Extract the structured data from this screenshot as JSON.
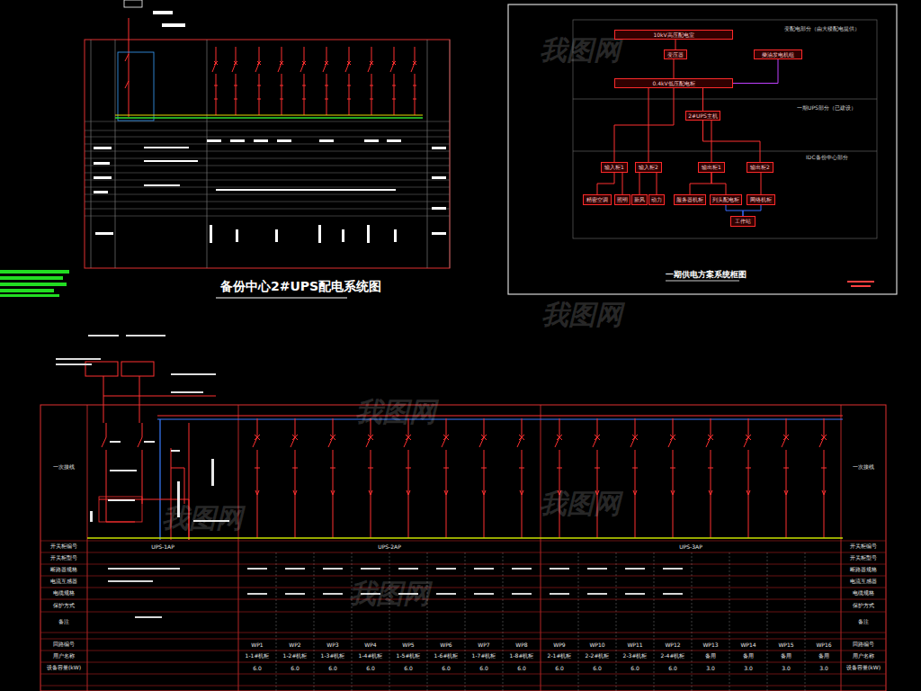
{
  "diagram": {
    "title": "备份中心2#UPS配电系统图",
    "caption": "一期供电方案系统框图",
    "nodes": [
      {
        "text": [
          "10kV高压配电室"
        ]
      },
      {
        "text": [
          "变压器"
        ]
      },
      {
        "text": [
          "柴油发电机组"
        ]
      },
      {
        "text": [
          "0.4kV低压配电柜"
        ]
      },
      {
        "text": [
          "2#UPS主机"
        ]
      },
      {
        "text": [
          "输入柜1"
        ]
      },
      {
        "text": [
          "输入柜2"
        ]
      },
      {
        "text": [
          "输出柜1"
        ]
      },
      {
        "text": [
          "输出柜2"
        ]
      },
      {
        "text": [
          "精密空调"
        ]
      },
      {
        "text": [
          "照明"
        ]
      },
      {
        "text": [
          "新风"
        ]
      },
      {
        "text": [
          "动力"
        ]
      },
      {
        "text": [
          "服务器机柜"
        ]
      },
      {
        "text": [
          "列头配电柜"
        ]
      },
      {
        "text": [
          "网络机柜"
        ]
      },
      {
        "text": [
          "工作站"
        ]
      }
    ],
    "edges": [
      {
        "from": 0,
        "to": 1,
        "arrow": "none"
      },
      {
        "from": 1,
        "to": 3,
        "arrow": "none"
      },
      {
        "from": 2,
        "to": 3,
        "arrow": "none"
      },
      {
        "from": 3,
        "to": 4,
        "arrow": "none"
      },
      {
        "from": 3,
        "to": 5,
        "arrow": "none"
      },
      {
        "from": 3,
        "to": 6,
        "arrow": "none"
      },
      {
        "from": 4,
        "to": 7,
        "arrow": "none"
      },
      {
        "from": 4,
        "to": 8,
        "arrow": "none"
      },
      {
        "from": 5,
        "to": 9,
        "arrow": "none"
      },
      {
        "from": 5,
        "to": 10,
        "arrow": "none"
      },
      {
        "from": 6,
        "to": 11,
        "arrow": "none"
      },
      {
        "from": 6,
        "to": 12,
        "arrow": "none"
      },
      {
        "from": 7,
        "to": 13,
        "arrow": "none"
      },
      {
        "from": 7,
        "to": 14,
        "arrow": "none"
      },
      {
        "from": 8,
        "to": 15,
        "arrow": "none"
      },
      {
        "from": 14,
        "to": 16,
        "arrow": "none"
      },
      {
        "from": 15,
        "to": 16,
        "arrow": "none"
      }
    ],
    "labels": [
      "我图网",
      "我图网",
      "我图网",
      "我图网",
      "我图网",
      "我图网",
      "变配电部分（由大楼配电提供）",
      "一期UPS部分（已建设）",
      "IDC备份中心部分",
      "一次接线",
      "一次接线",
      "开关柜编号",
      "开关柜型号",
      "断路器规格",
      "电流互感器",
      "电缆规格",
      "保护方式",
      "备注",
      "回路编号",
      "用户名称",
      "设备容量(kW)",
      "开关柜编号",
      "开关柜型号",
      "断路器规格",
      "电流互感器",
      "电缆规格",
      "保护方式",
      "备注",
      "回路编号",
      "用户名称",
      "设备容量(kW)",
      "WP1",
      "WP2",
      "WP3",
      "WP4",
      "WP5",
      "WP6",
      "WP7",
      "WP8",
      "WP9",
      "WP10",
      "WP11",
      "WP12",
      "WP13",
      "WP14",
      "WP15",
      "WP16",
      "1-1#机柜",
      "1-2#机柜",
      "1-3#机柜",
      "1-4#机柜",
      "1-5#机柜",
      "1-6#机柜",
      "1-7#机柜",
      "1-8#机柜",
      "2-1#机柜",
      "2-2#机柜",
      "2-3#机柜",
      "2-4#机柜",
      "备用",
      "备用",
      "备用",
      "备用",
      "6.0",
      "6.0",
      "6.0",
      "6.0",
      "6.0",
      "6.0",
      "6.0",
      "6.0",
      "6.0",
      "6.0",
      "6.0",
      "6.0",
      "3.0",
      "3.0",
      "3.0",
      "3.0",
      "UPS-1AP",
      "UPS-2AP",
      "UPS-3AP"
    ]
  }
}
